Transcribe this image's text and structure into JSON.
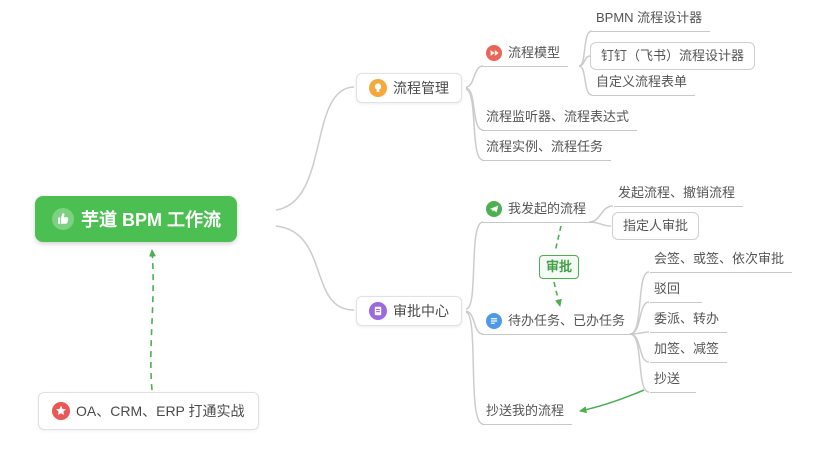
{
  "root": {
    "label": "芋道 BPM 工作流",
    "icon": "thumbs-up-icon"
  },
  "branches": {
    "process": {
      "topic": {
        "label": "流程管理",
        "icon": "lightbulb-icon"
      },
      "model": {
        "label": "流程模型",
        "icon": "flow-model-icon"
      },
      "bpmn": {
        "label": "BPMN 流程设计器"
      },
      "dingtalk": {
        "label": "钉钉（飞书）流程设计器"
      },
      "custom_form": {
        "label": "自定义流程表单"
      },
      "listener": {
        "label": "流程监听器、流程表达式"
      },
      "instance": {
        "label": "流程实例、流程任务"
      }
    },
    "approval": {
      "topic": {
        "label": "审批中心",
        "icon": "approval-center-icon"
      },
      "my_initiated": {
        "label": "我发起的流程",
        "icon": "paper-plane-icon"
      },
      "initiate_cancel": {
        "label": "发起流程、撤销流程"
      },
      "assignee": {
        "label": "指定人审批"
      },
      "badge": {
        "label": "审批"
      },
      "todo_done": {
        "label": "待办任务、已办任务",
        "icon": "task-list-icon"
      },
      "countersign": {
        "label": "会签、或签、依次审批"
      },
      "reject": {
        "label": "驳回"
      },
      "delegate": {
        "label": "委派、转办"
      },
      "addsign": {
        "label": "加签、减签"
      },
      "cc": {
        "label": "抄送"
      },
      "cc_my": {
        "label": "抄送我的流程"
      }
    }
  },
  "note": {
    "label": "OA、CRM、ERP 打通实战",
    "icon": "star-icon"
  },
  "colors": {
    "root_bg": "#4cbf52",
    "connector": "#cccccc",
    "arrow_green": "#4caf50",
    "icon_orange": "#f6a83c",
    "icon_red": "#ec6455",
    "icon_green": "#4caf50",
    "icon_blue": "#4d9be8",
    "icon_purple": "#9c6ade",
    "note_icon_red": "#eb5757"
  }
}
